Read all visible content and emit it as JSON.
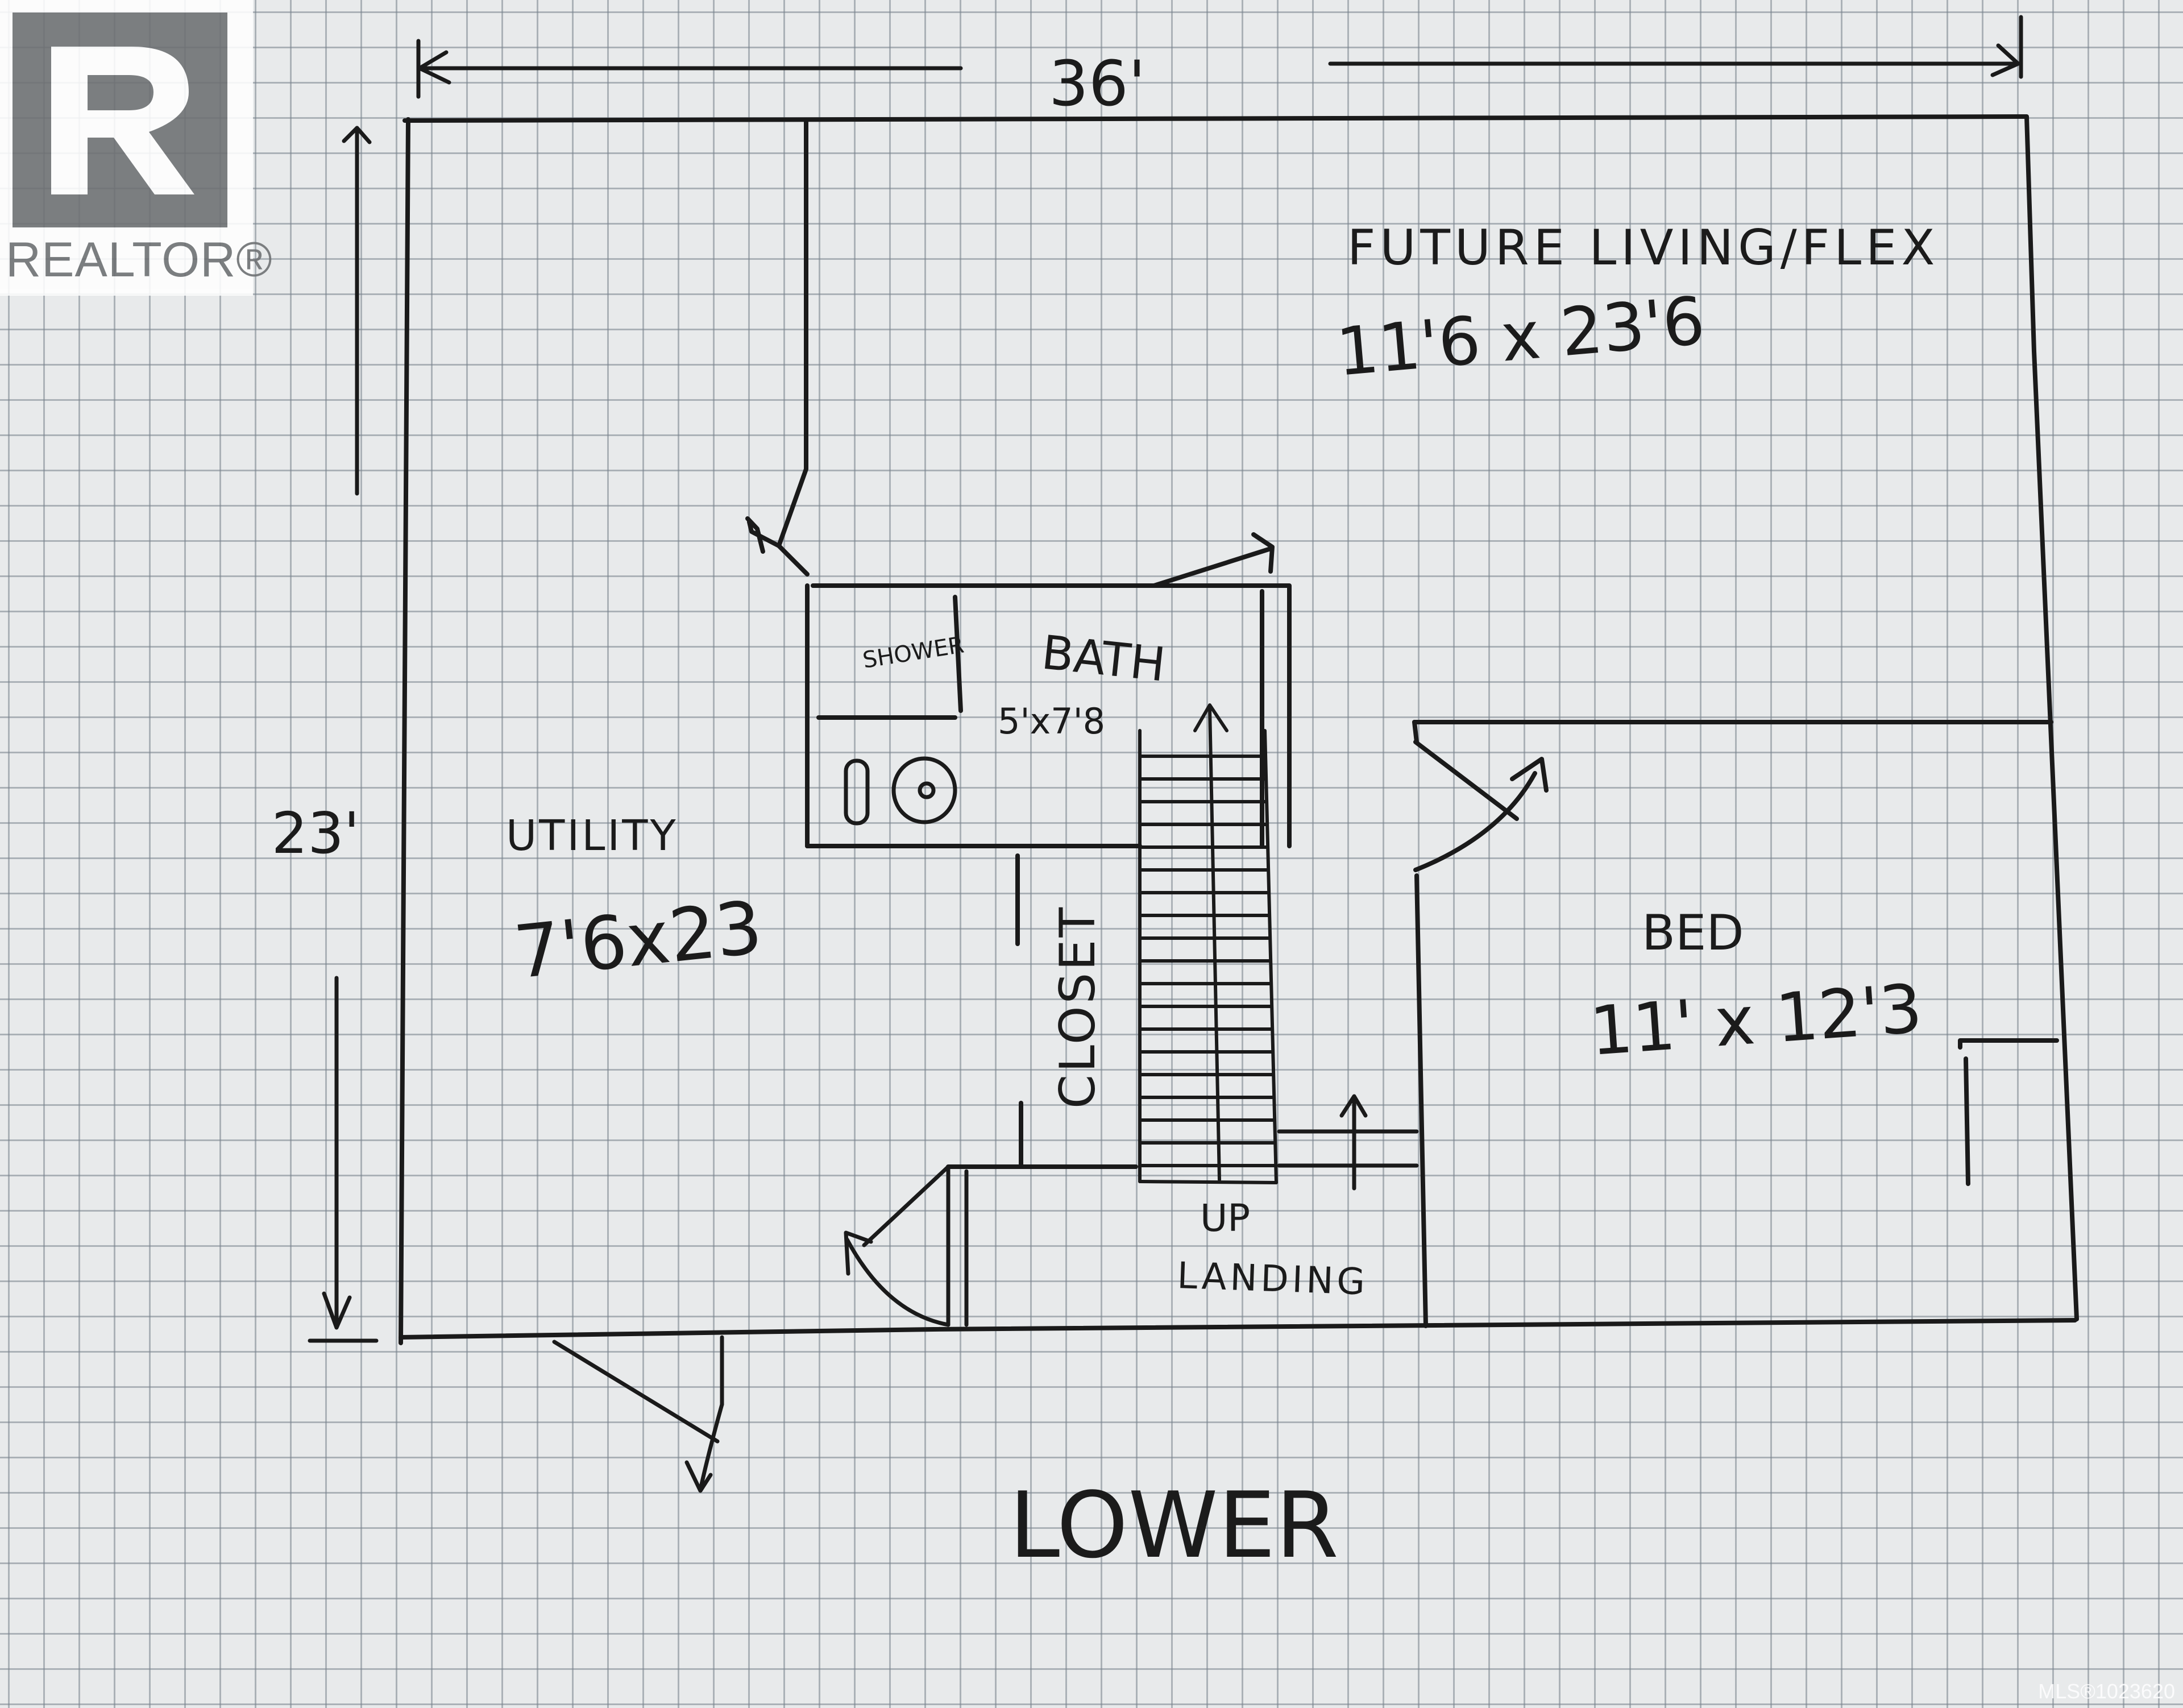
{
  "branding": {
    "logo_text": "REALTOR®",
    "logo_icon": "realtor-r-icon",
    "listing_id": "MLS®1023620"
  },
  "plan": {
    "overall_width": "36'",
    "overall_depth": "23'",
    "floor_title": "LOWER",
    "rooms": {
      "future_living": {
        "name": "FUTURE LIVING/FLEX",
        "size": "11'6 x 23'6"
      },
      "bath": {
        "name": "BATH",
        "size": "5'x7'8",
        "shower": "SHOWER"
      },
      "utility": {
        "name": "UTILITY",
        "size": "7'6x23"
      },
      "bed": {
        "name": "BED",
        "size": "11' x 12'3"
      },
      "closet": {
        "name": "CLOSET"
      },
      "landing": {
        "up": "UP",
        "name": "LANDING"
      }
    }
  },
  "colors": {
    "ink": "#1a1a1a",
    "paper": "#e8eaeb",
    "grid": "#7f8890",
    "logo": "#6d7072"
  }
}
